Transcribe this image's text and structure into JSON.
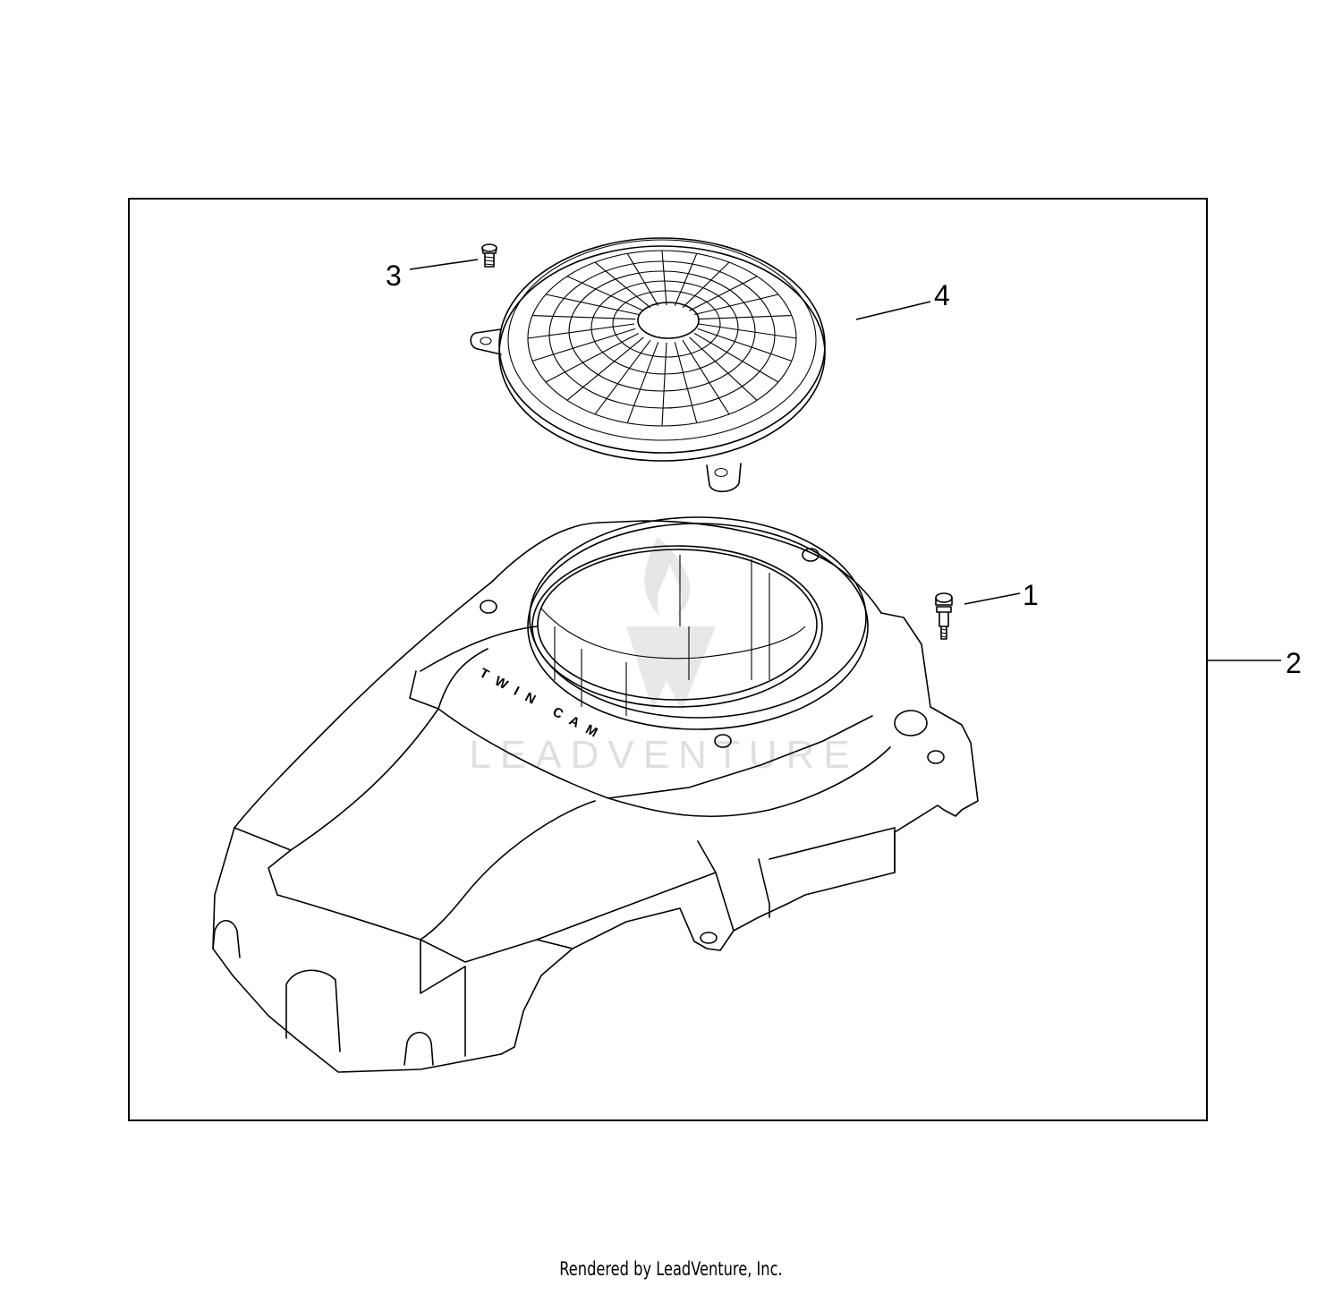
{
  "callouts": [
    {
      "id": "1",
      "label": "1",
      "part": "screw"
    },
    {
      "id": "2",
      "label": "2",
      "part": "blower-housing-kit"
    },
    {
      "id": "3",
      "label": "3",
      "part": "small-screw"
    },
    {
      "id": "4",
      "label": "4",
      "part": "grass-screen"
    }
  ],
  "housing_text": "TWIN CAM",
  "watermark": "LEADVENTURE",
  "footer": "Rendered by LeadVenture, Inc.",
  "colors": {
    "line": "#000000",
    "watermark": "#dcdcdc",
    "background": "#ffffff"
  }
}
